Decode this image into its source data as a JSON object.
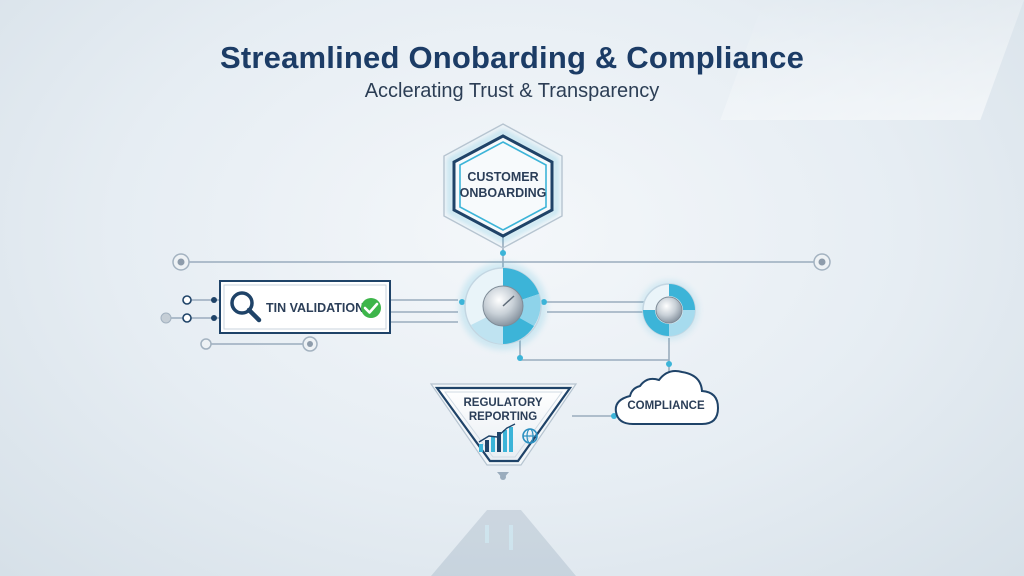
{
  "header": {
    "title": "Streamlined Onobarding & Compliance",
    "subtitle": "Acclerating Trust & Transparency"
  },
  "nodes": {
    "customer_onboarding": [
      "CUSTOMER",
      "ONBOARDING"
    ],
    "tin_validation": "TIN VALIDATION",
    "regulatory_reporting": [
      "REGULATORY",
      "REPORTING"
    ],
    "compliance": "COMPLIANCE"
  },
  "icons": {
    "tin_validation": [
      "magnifier-icon",
      "checkmark-icon"
    ],
    "regulatory_reporting": [
      "bar-chart-icon",
      "globe-icon"
    ],
    "hubs": [
      "donut-gauge-icon"
    ]
  },
  "colors": {
    "title": "#1c3c66",
    "accent": "#3cb4d8",
    "line": "#8fa3b5",
    "check": "#3db54a",
    "node_dark": "#1f4368"
  }
}
